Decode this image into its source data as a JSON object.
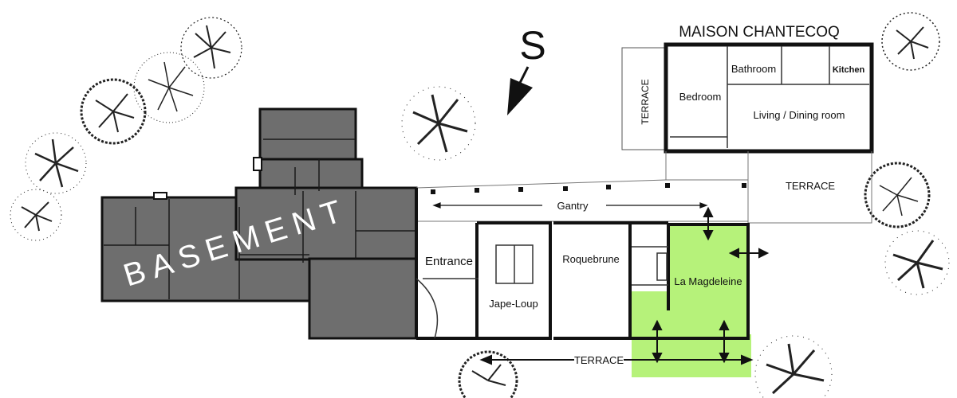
{
  "title": "MAISON CHANTECOQ",
  "compass": {
    "letter": "S"
  },
  "rooms": {
    "bathroom": "Bathroom",
    "kitchen": "Kitchen",
    "bedroom": "Bedroom",
    "living": "Living / Dining room",
    "terrace_vertical": "TERRACE",
    "terrace_right": "TERRACE",
    "terrace_bottom": "TERRACE",
    "gantry": "Gantry",
    "entrance": "Entrance",
    "jape_loup": "Jape-Loup",
    "roquebrune": "Roquebrune",
    "la_magdeleine": "La Magdeleine"
  },
  "basement": "BASEMENT",
  "colors": {
    "basement_fill": "#6e6e6e",
    "highlight_fill": "#b6f27a",
    "wall": "#111111",
    "room_fill": "#ffffff"
  },
  "icons": [
    "compass-arrow-icon",
    "tree-icon",
    "double-arrow-icon"
  ]
}
